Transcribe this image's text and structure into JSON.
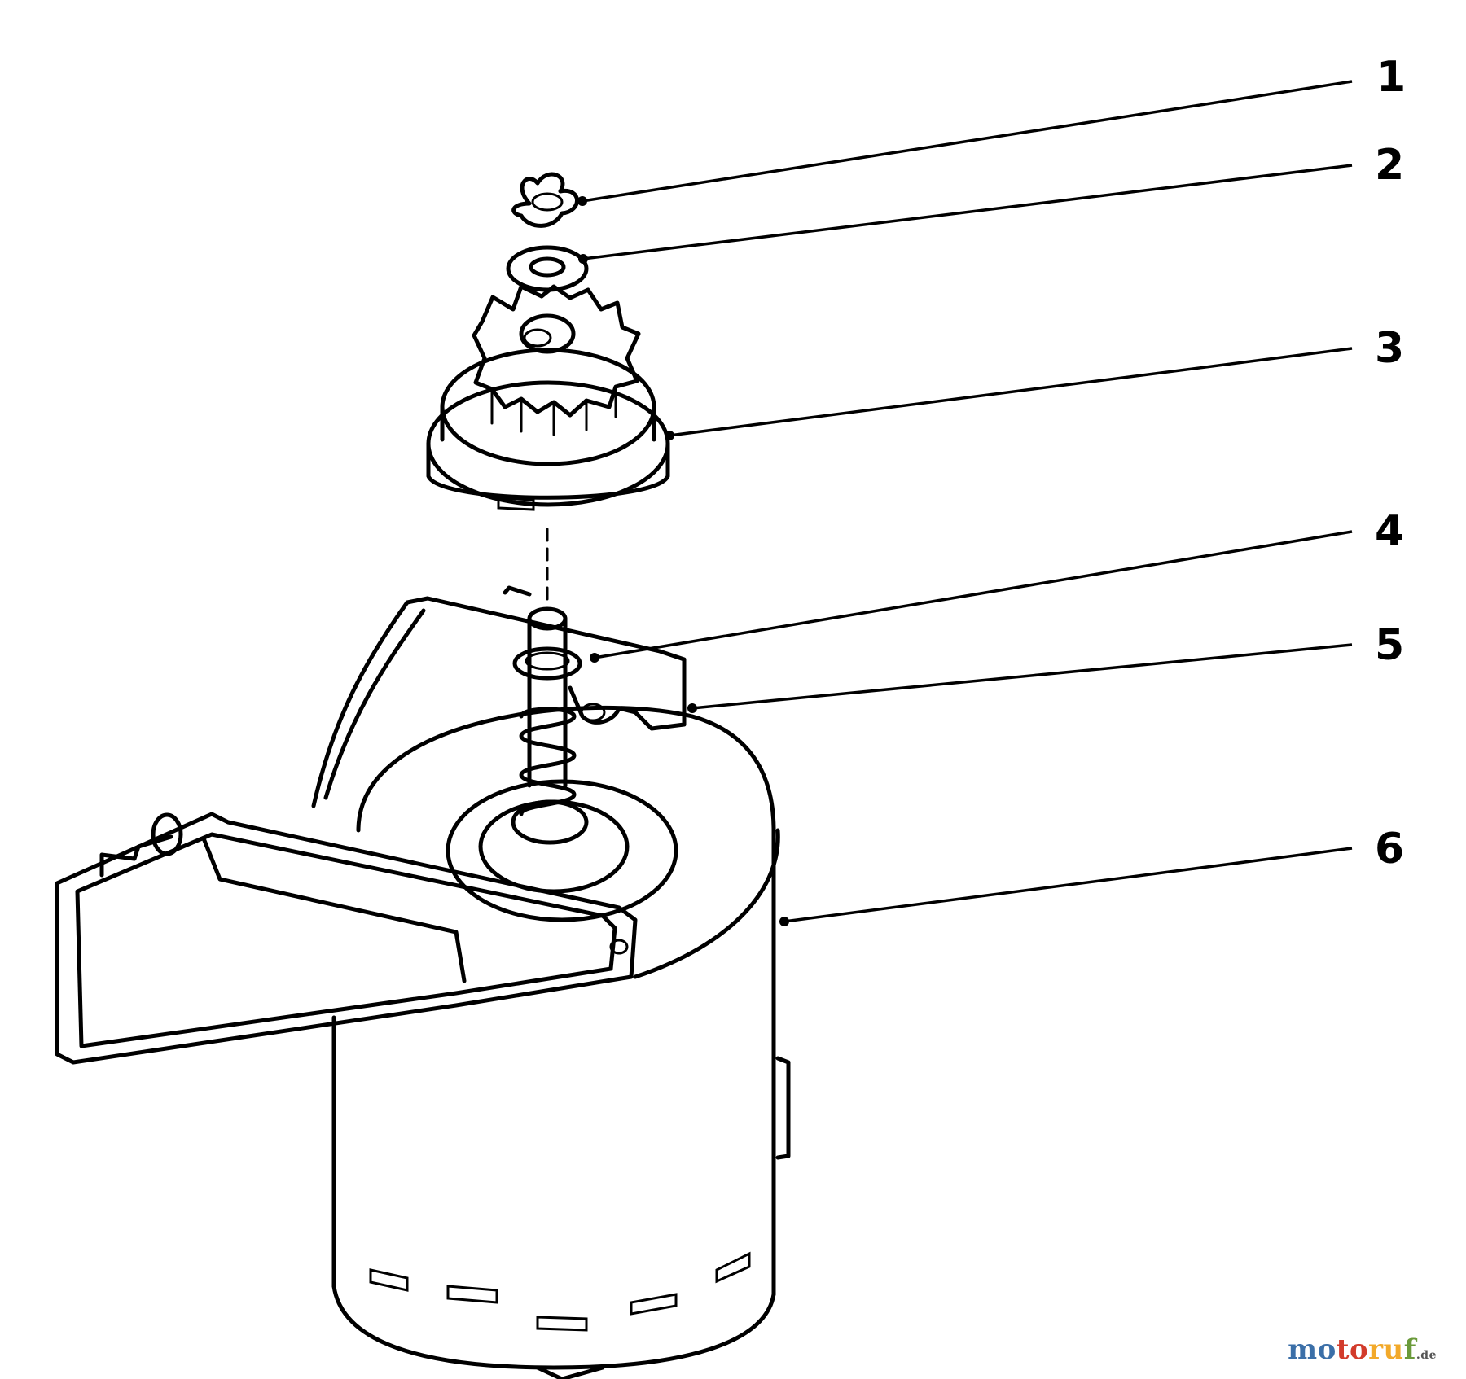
{
  "callouts": [
    {
      "id": "1",
      "label": "1"
    },
    {
      "id": "2",
      "label": "2"
    },
    {
      "id": "3",
      "label": "3"
    },
    {
      "id": "4",
      "label": "4"
    },
    {
      "id": "5",
      "label": "5"
    },
    {
      "id": "6",
      "label": "6"
    }
  ],
  "watermark": {
    "part1": "mo",
    "part2": "to",
    "part3": "ru",
    "part4": "f",
    "tld": ".de"
  }
}
